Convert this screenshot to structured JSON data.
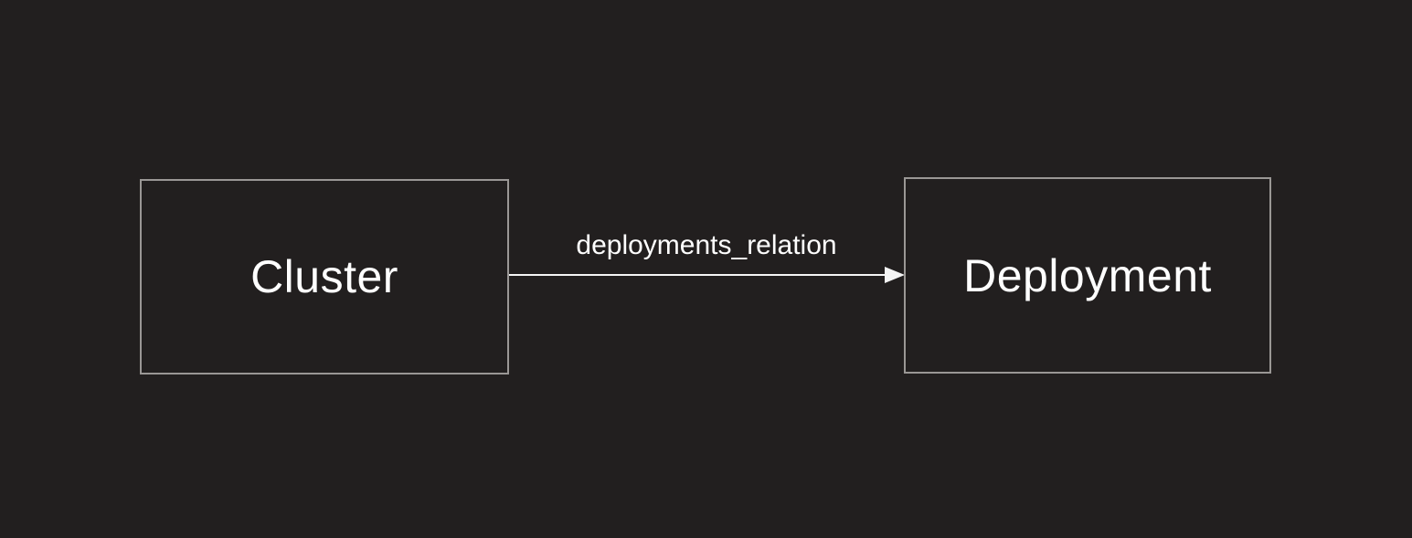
{
  "diagram": {
    "background_color": "#221F1F",
    "node_border_color": "#9A9795",
    "text_color": "#FFFFFF",
    "arrow_color": "#F5F5F5",
    "nodes": [
      {
        "id": "cluster",
        "label": "Cluster"
      },
      {
        "id": "deployment",
        "label": "Deployment"
      }
    ],
    "edges": [
      {
        "from": "cluster",
        "to": "deployment",
        "label": "deployments_relation",
        "direction": "left-to-right"
      }
    ]
  }
}
